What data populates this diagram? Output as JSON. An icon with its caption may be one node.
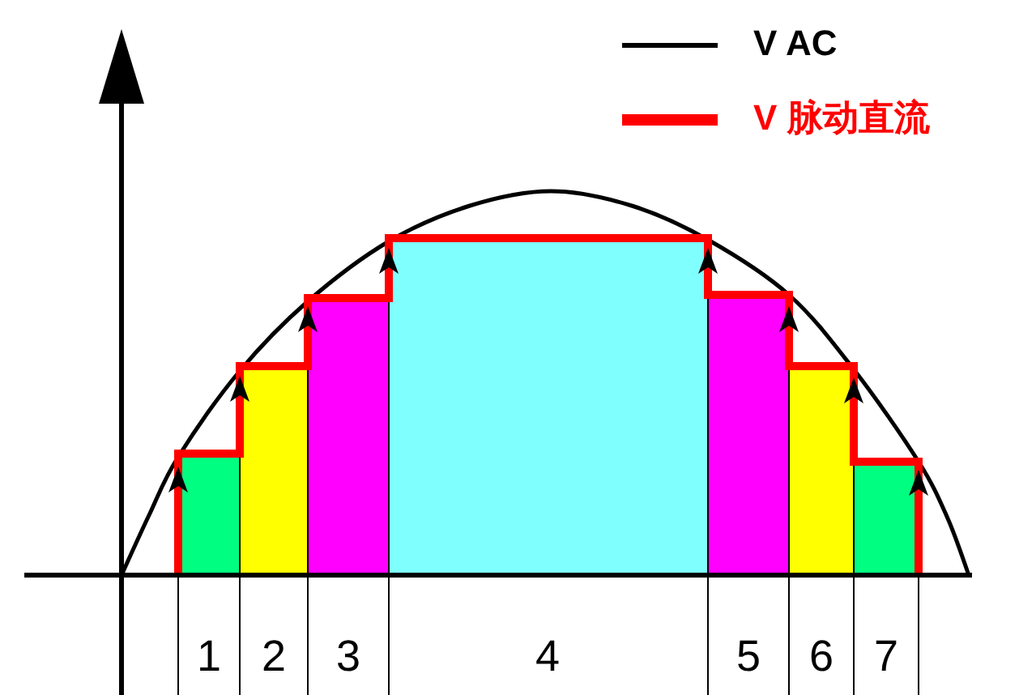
{
  "diagram": {
    "labels": [
      "1",
      "2",
      "3",
      "4",
      "5",
      "6",
      "7"
    ],
    "legend": [
      {
        "text": "V AC"
      },
      {
        "text": "V 脉动直流"
      }
    ]
  }
}
